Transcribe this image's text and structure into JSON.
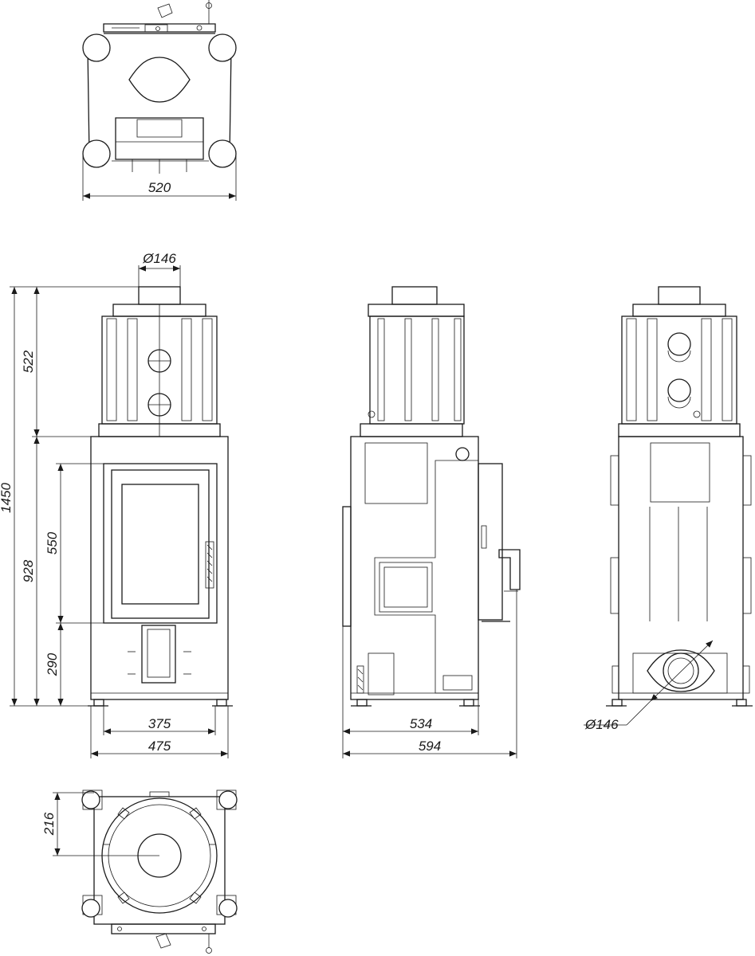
{
  "top_view": {
    "width_label": "520"
  },
  "front_view": {
    "flue_label": "Ø146",
    "height_total_label": "1450",
    "height_top_label": "522",
    "height_body_label": "928",
    "height_door_label": "550",
    "height_base_label": "290",
    "width_inner_label": "375",
    "width_outer_label": "475"
  },
  "side_view": {
    "width_inner_label": "534",
    "width_outer_label": "594"
  },
  "back_view": {
    "flue_label": "Ø146"
  },
  "bottom_view": {
    "offset_label": "216"
  }
}
